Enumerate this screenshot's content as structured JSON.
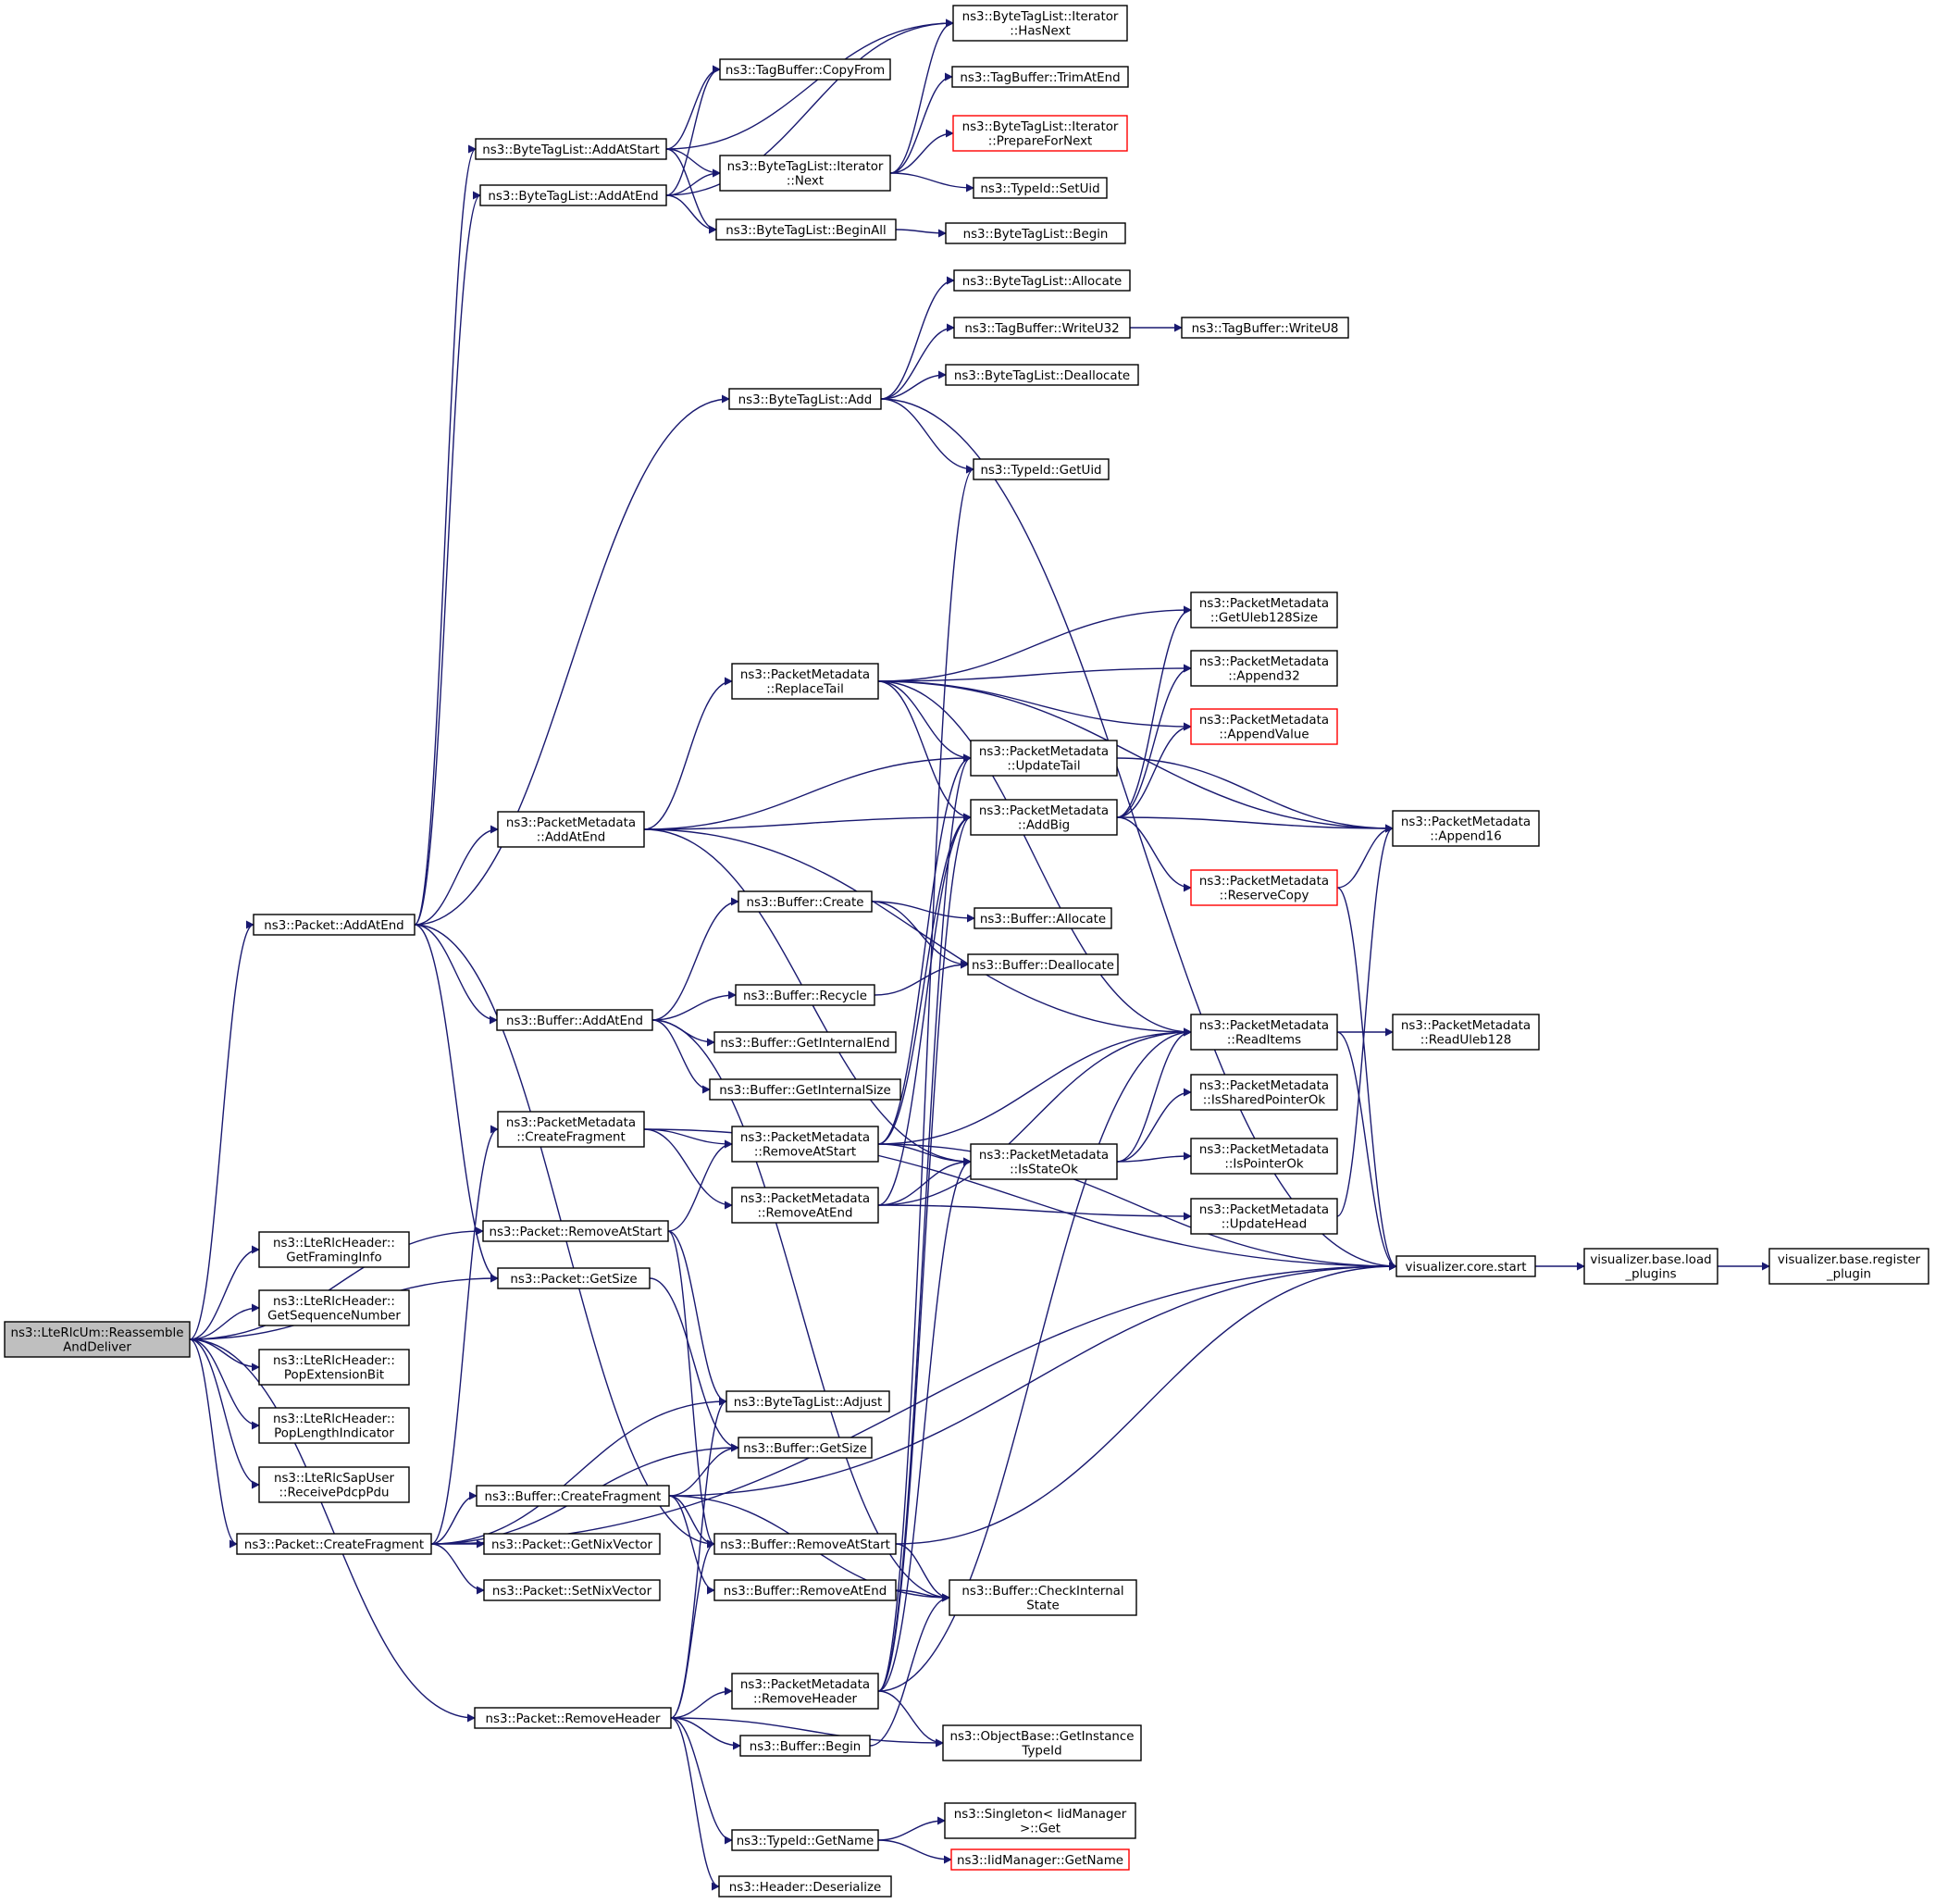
{
  "nodes": [
    {
      "id": "n0",
      "lines": [
        "ns3::LteRlcUm::Reassemble",
        "AndDeliver"
      ],
      "root": true
    },
    {
      "id": "n1",
      "lines": [
        "ns3::Packet::AddAtEnd"
      ]
    },
    {
      "id": "n2",
      "lines": [
        "ns3::ByteTagList::AddAtStart"
      ]
    },
    {
      "id": "n3",
      "lines": [
        "ns3::ByteTagList::AddAtEnd"
      ]
    },
    {
      "id": "n4",
      "lines": [
        "ns3::TagBuffer::CopyFrom"
      ]
    },
    {
      "id": "n5",
      "lines": [
        "ns3::ByteTagList::Iterator",
        "::HasNext"
      ]
    },
    {
      "id": "n6",
      "lines": [
        "ns3::TagBuffer::TrimAtEnd"
      ]
    },
    {
      "id": "n7",
      "lines": [
        "ns3::ByteTagList::Iterator",
        "::Next"
      ]
    },
    {
      "id": "n8",
      "lines": [
        "ns3::ByteTagList::Iterator",
        "::PrepareForNext"
      ],
      "red": true
    },
    {
      "id": "n9",
      "lines": [
        "ns3::TypeId::SetUid"
      ]
    },
    {
      "id": "n10",
      "lines": [
        "ns3::ByteTagList::BeginAll"
      ]
    },
    {
      "id": "n11",
      "lines": [
        "ns3::ByteTagList::Begin"
      ]
    },
    {
      "id": "n12",
      "lines": [
        "ns3::ByteTagList::Allocate"
      ]
    },
    {
      "id": "n13",
      "lines": [
        "ns3::TagBuffer::WriteU32"
      ]
    },
    {
      "id": "n14",
      "lines": [
        "ns3::TagBuffer::WriteU8"
      ]
    },
    {
      "id": "n15",
      "lines": [
        "ns3::ByteTagList::Add"
      ]
    },
    {
      "id": "n16",
      "lines": [
        "ns3::ByteTagList::Deallocate"
      ]
    },
    {
      "id": "n17",
      "lines": [
        "ns3::TypeId::GetUid"
      ]
    },
    {
      "id": "n18",
      "lines": [
        "ns3::PacketMetadata",
        "::GetUleb128Size"
      ]
    },
    {
      "id": "n19",
      "lines": [
        "ns3::PacketMetadata",
        "::ReplaceTail"
      ]
    },
    {
      "id": "n20",
      "lines": [
        "ns3::PacketMetadata",
        "::Append32"
      ]
    },
    {
      "id": "n21",
      "lines": [
        "ns3::PacketMetadata",
        "::AppendValue"
      ],
      "red": true
    },
    {
      "id": "n22",
      "lines": [
        "ns3::PacketMetadata",
        "::UpdateTail"
      ]
    },
    {
      "id": "n23",
      "lines": [
        "ns3::PacketMetadata",
        "::AddAtEnd"
      ]
    },
    {
      "id": "n24",
      "lines": [
        "ns3::PacketMetadata",
        "::AddBig"
      ]
    },
    {
      "id": "n25",
      "lines": [
        "ns3::PacketMetadata",
        "::Append16"
      ]
    },
    {
      "id": "n26",
      "lines": [
        "ns3::PacketMetadata",
        "::ReserveCopy"
      ],
      "red": true
    },
    {
      "id": "n27",
      "lines": [
        "ns3::Buffer::Create"
      ]
    },
    {
      "id": "n28",
      "lines": [
        "ns3::Buffer::Allocate"
      ]
    },
    {
      "id": "n29",
      "lines": [
        "ns3::Buffer::Deallocate"
      ]
    },
    {
      "id": "n30",
      "lines": [
        "ns3::Buffer::Recycle"
      ]
    },
    {
      "id": "n31",
      "lines": [
        "ns3::Buffer::AddAtEnd"
      ]
    },
    {
      "id": "n32",
      "lines": [
        "ns3::PacketMetadata",
        "::ReadItems"
      ]
    },
    {
      "id": "n33",
      "lines": [
        "ns3::PacketMetadata",
        "::ReadUleb128"
      ]
    },
    {
      "id": "n34",
      "lines": [
        "ns3::Buffer::GetInternalEnd"
      ]
    },
    {
      "id": "n35",
      "lines": [
        "ns3::Buffer::GetInternalSize"
      ]
    },
    {
      "id": "n36",
      "lines": [
        "ns3::PacketMetadata",
        "::IsSharedPointerOk"
      ]
    },
    {
      "id": "n37",
      "lines": [
        "ns3::PacketMetadata",
        "::CreateFragment"
      ]
    },
    {
      "id": "n38",
      "lines": [
        "ns3::PacketMetadata",
        "::RemoveAtStart"
      ]
    },
    {
      "id": "n39",
      "lines": [
        "ns3::PacketMetadata",
        "::IsStateOk"
      ]
    },
    {
      "id": "n40",
      "lines": [
        "ns3::PacketMetadata",
        "::IsPointerOk"
      ]
    },
    {
      "id": "n41",
      "lines": [
        "ns3::PacketMetadata",
        "::RemoveAtEnd"
      ]
    },
    {
      "id": "n42",
      "lines": [
        "ns3::PacketMetadata",
        "::UpdateHead"
      ]
    },
    {
      "id": "n43",
      "lines": [
        "ns3::Packet::RemoveAtStart"
      ]
    },
    {
      "id": "n44",
      "lines": [
        "visualizer.core.start"
      ]
    },
    {
      "id": "n45",
      "lines": [
        "visualizer.base.load",
        "_plugins"
      ]
    },
    {
      "id": "n46",
      "lines": [
        "visualizer.base.register",
        "_plugin"
      ]
    },
    {
      "id": "n47",
      "lines": [
        "ns3::Packet::GetSize"
      ]
    },
    {
      "id": "n48",
      "lines": [
        "ns3::LteRlcHeader::",
        "GetFramingInfo"
      ]
    },
    {
      "id": "n49",
      "lines": [
        "ns3::LteRlcHeader::",
        "GetSequenceNumber"
      ]
    },
    {
      "id": "n50",
      "lines": [
        "ns3::LteRlcHeader::",
        "PopExtensionBit"
      ]
    },
    {
      "id": "n51",
      "lines": [
        "ns3::LteRlcHeader::",
        "PopLengthIndicator"
      ]
    },
    {
      "id": "n52",
      "lines": [
        "ns3::LteRlcSapUser",
        "::ReceivePdcpPdu"
      ]
    },
    {
      "id": "n53",
      "lines": [
        "ns3::ByteTagList::Adjust"
      ]
    },
    {
      "id": "n54",
      "lines": [
        "ns3::Buffer::GetSize"
      ]
    },
    {
      "id": "n55",
      "lines": [
        "ns3::Buffer::CreateFragment"
      ]
    },
    {
      "id": "n56",
      "lines": [
        "ns3::Packet::CreateFragment"
      ]
    },
    {
      "id": "n57",
      "lines": [
        "ns3::Buffer::RemoveAtStart"
      ]
    },
    {
      "id": "n58",
      "lines": [
        "ns3::Packet::GetNixVector"
      ]
    },
    {
      "id": "n59",
      "lines": [
        "ns3::Buffer::RemoveAtEnd"
      ]
    },
    {
      "id": "n60",
      "lines": [
        "ns3::Packet::SetNixVector"
      ]
    },
    {
      "id": "n61",
      "lines": [
        "ns3::Buffer::CheckInternal",
        "State"
      ]
    },
    {
      "id": "n62",
      "lines": [
        "ns3::PacketMetadata",
        "::RemoveHeader"
      ]
    },
    {
      "id": "n63",
      "lines": [
        "ns3::Packet::RemoveHeader"
      ]
    },
    {
      "id": "n64",
      "lines": [
        "ns3::ObjectBase::GetInstance",
        "TypeId"
      ]
    },
    {
      "id": "n65",
      "lines": [
        "ns3::Buffer::Begin"
      ]
    },
    {
      "id": "n66",
      "lines": [
        "ns3::Singleton< IidManager",
        ">::Get"
      ]
    },
    {
      "id": "n67",
      "lines": [
        "ns3::TypeId::GetName"
      ]
    },
    {
      "id": "n68",
      "lines": [
        "ns3::IidManager::GetName"
      ],
      "red": true
    },
    {
      "id": "n69",
      "lines": [
        "ns3::Header::Deserialize"
      ]
    }
  ],
  "edges": [
    [
      "n0",
      "n1"
    ],
    [
      "n0",
      "n43"
    ],
    [
      "n0",
      "n47"
    ],
    [
      "n0",
      "n48"
    ],
    [
      "n0",
      "n49"
    ],
    [
      "n0",
      "n50"
    ],
    [
      "n0",
      "n51"
    ],
    [
      "n0",
      "n52"
    ],
    [
      "n0",
      "n56"
    ],
    [
      "n0",
      "n63"
    ],
    [
      "n1",
      "n2"
    ],
    [
      "n1",
      "n3"
    ],
    [
      "n1",
      "n15"
    ],
    [
      "n1",
      "n23"
    ],
    [
      "n1",
      "n31"
    ],
    [
      "n1",
      "n47"
    ],
    [
      "n1",
      "n57"
    ],
    [
      "n2",
      "n4"
    ],
    [
      "n2",
      "n5"
    ],
    [
      "n2",
      "n7"
    ],
    [
      "n2",
      "n10"
    ],
    [
      "n3",
      "n4"
    ],
    [
      "n3",
      "n5"
    ],
    [
      "n3",
      "n7"
    ],
    [
      "n3",
      "n10"
    ],
    [
      "n7",
      "n5"
    ],
    [
      "n7",
      "n6"
    ],
    [
      "n7",
      "n8"
    ],
    [
      "n7",
      "n9"
    ],
    [
      "n10",
      "n11"
    ],
    [
      "n15",
      "n12"
    ],
    [
      "n15",
      "n13"
    ],
    [
      "n15",
      "n16"
    ],
    [
      "n15",
      "n17"
    ],
    [
      "n15",
      "n44"
    ],
    [
      "n13",
      "n14"
    ],
    [
      "n19",
      "n18"
    ],
    [
      "n19",
      "n20"
    ],
    [
      "n19",
      "n21"
    ],
    [
      "n19",
      "n22"
    ],
    [
      "n19",
      "n24"
    ],
    [
      "n19",
      "n25"
    ],
    [
      "n19",
      "n32"
    ],
    [
      "n23",
      "n19"
    ],
    [
      "n23",
      "n22"
    ],
    [
      "n23",
      "n24"
    ],
    [
      "n23",
      "n32"
    ],
    [
      "n23",
      "n39"
    ],
    [
      "n22",
      "n25"
    ],
    [
      "n24",
      "n18"
    ],
    [
      "n24",
      "n20"
    ],
    [
      "n24",
      "n21"
    ],
    [
      "n24",
      "n25"
    ],
    [
      "n24",
      "n26"
    ],
    [
      "n26",
      "n25"
    ],
    [
      "n26",
      "n44"
    ],
    [
      "n27",
      "n28"
    ],
    [
      "n27",
      "n29"
    ],
    [
      "n30",
      "n29"
    ],
    [
      "n31",
      "n27"
    ],
    [
      "n31",
      "n30"
    ],
    [
      "n31",
      "n34"
    ],
    [
      "n31",
      "n35"
    ],
    [
      "n31",
      "n61"
    ],
    [
      "n32",
      "n33"
    ],
    [
      "n32",
      "n44"
    ],
    [
      "n37",
      "n38"
    ],
    [
      "n37",
      "n41"
    ],
    [
      "n37",
      "n44"
    ],
    [
      "n38",
      "n22"
    ],
    [
      "n38",
      "n24"
    ],
    [
      "n38",
      "n32"
    ],
    [
      "n38",
      "n39"
    ],
    [
      "n38",
      "n44"
    ],
    [
      "n41",
      "n24"
    ],
    [
      "n41",
      "n32"
    ],
    [
      "n41",
      "n39"
    ],
    [
      "n41",
      "n42"
    ],
    [
      "n39",
      "n32"
    ],
    [
      "n39",
      "n36"
    ],
    [
      "n39",
      "n40"
    ],
    [
      "n42",
      "n25"
    ],
    [
      "n43",
      "n38"
    ],
    [
      "n43",
      "n53"
    ],
    [
      "n43",
      "n57"
    ],
    [
      "n44",
      "n45"
    ],
    [
      "n45",
      "n46"
    ],
    [
      "n47",
      "n54"
    ],
    [
      "n55",
      "n54"
    ],
    [
      "n55",
      "n57"
    ],
    [
      "n55",
      "n59"
    ],
    [
      "n55",
      "n61"
    ],
    [
      "n55",
      "n44"
    ],
    [
      "n56",
      "n37"
    ],
    [
      "n56",
      "n53"
    ],
    [
      "n56",
      "n54"
    ],
    [
      "n56",
      "n55"
    ],
    [
      "n56",
      "n58"
    ],
    [
      "n56",
      "n60"
    ],
    [
      "n56",
      "n44"
    ],
    [
      "n57",
      "n61"
    ],
    [
      "n57",
      "n44"
    ],
    [
      "n59",
      "n61"
    ],
    [
      "n62",
      "n17"
    ],
    [
      "n62",
      "n22"
    ],
    [
      "n62",
      "n24"
    ],
    [
      "n62",
      "n32"
    ],
    [
      "n62",
      "n39"
    ],
    [
      "n62",
      "n64"
    ],
    [
      "n63",
      "n62"
    ],
    [
      "n63",
      "n65"
    ],
    [
      "n63",
      "n64"
    ],
    [
      "n63",
      "n67"
    ],
    [
      "n63",
      "n69"
    ],
    [
      "n63",
      "n53"
    ],
    [
      "n63",
      "n57"
    ],
    [
      "n65",
      "n61"
    ],
    [
      "n67",
      "n66"
    ],
    [
      "n67",
      "n68"
    ]
  ]
}
